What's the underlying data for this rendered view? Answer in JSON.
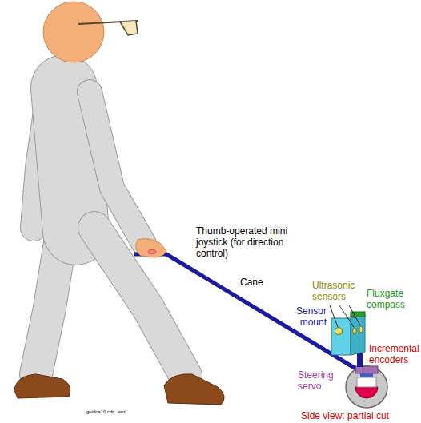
{
  "diagram": {
    "labels": [
      "Thumb-operated mini joystick (for direction control)",
      "Cane",
      "Ultrasonic sensors",
      "Fluxgate compass",
      "Sensor mount",
      "Incremental encoders",
      "Steering servo",
      "Side view: partial cut",
      "guidca10.cdr, .wmf"
    ]
  }
}
